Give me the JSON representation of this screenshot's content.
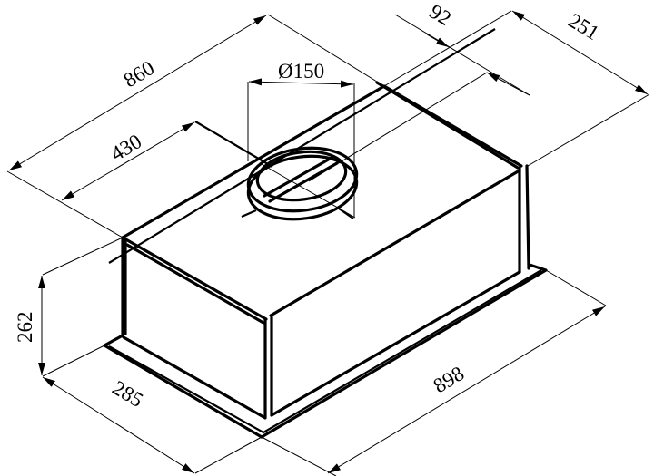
{
  "drawing": {
    "subject": "built-in cooker hood isometric dimension drawing",
    "units": "mm",
    "line_color": "#000000",
    "background": "#ffffff"
  },
  "dimensions": {
    "total_length_top": "860",
    "duct_offset_length": "430",
    "duct_diameter": "Ø150",
    "duct_offset_depth": "92",
    "top_depth": "251",
    "height": "262",
    "bottom_depth": "285",
    "bottom_length": "898"
  }
}
